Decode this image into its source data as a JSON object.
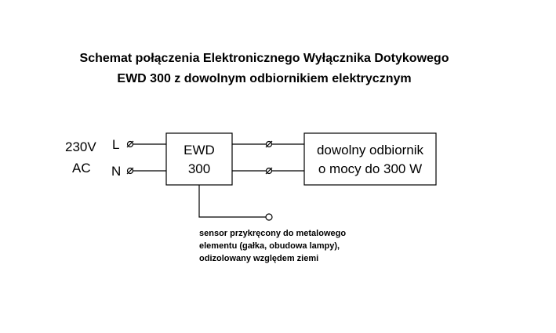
{
  "title": {
    "line1": "Schemat połączenia Elektronicznego Wyłącznika Dotykowego",
    "line2": "EWD 300 z dowolnym odbiornikiem elektrycznym"
  },
  "source": {
    "voltage": "230V",
    "type": "AC",
    "terminal_l": "L",
    "terminal_n": "N"
  },
  "device": {
    "line1": "EWD",
    "line2": "300"
  },
  "load": {
    "line1": "dowolny odbiornik",
    "line2": "o mocy do 300 W"
  },
  "sensor_note": {
    "line1": "sensor przykręcony do metalowego",
    "line2": "elementu (gałka, obudowa lampy),",
    "line3": "odizolowany względem ziemi"
  }
}
